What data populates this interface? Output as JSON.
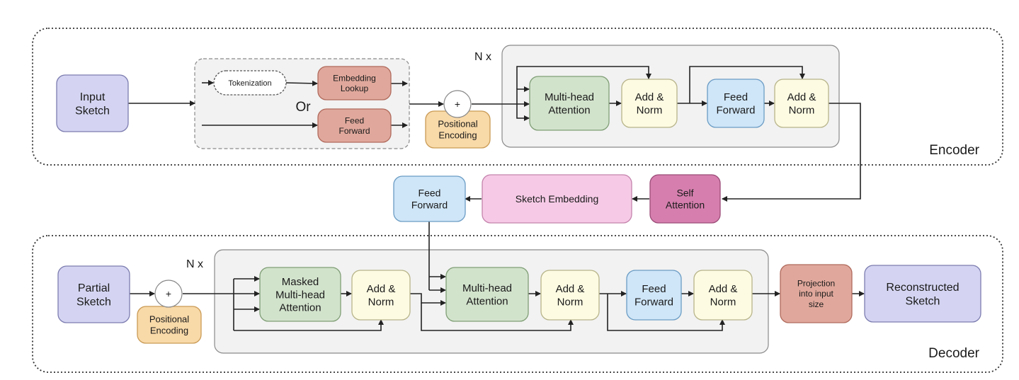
{
  "encoder": {
    "title": "Encoder",
    "repeat": "N x",
    "or_label": "Or",
    "nodes": {
      "input_sketch": "Input\nSketch",
      "tokenization": "Tokenization",
      "embedding_lookup": "Embedding\nLookup",
      "feed_forward_in": "Feed\nForward",
      "plus": "+",
      "positional_encoding": "Positional\nEncoding",
      "multi_head_attention": "Multi-head\nAttention",
      "add_norm_1": "Add &\nNorm",
      "feed_forward": "Feed\nForward",
      "add_norm_2": "Add &\nNorm"
    }
  },
  "bridge": {
    "self_attention": "Self\nAttention",
    "sketch_embedding": "Sketch Embedding",
    "feed_forward": "Feed\nForward"
  },
  "decoder": {
    "title": "Decoder",
    "repeat": "N x",
    "nodes": {
      "partial_sketch": "Partial\nSketch",
      "plus": "+",
      "positional_encoding": "Positional\nEncoding",
      "masked_attention": "Masked\nMulti-head\nAttention",
      "add_norm_1": "Add &\nNorm",
      "multi_head_attention": "Multi-head\nAttention",
      "add_norm_2": "Add &\nNorm",
      "feed_forward": "Feed\nForward",
      "add_norm_3": "Add &\nNorm",
      "projection": "Projection\ninto input\nsize",
      "reconstructed_sketch": "Reconstructed\nSketch"
    }
  },
  "colors": {
    "sketch": "#d4d4f2",
    "sketch_stroke": "#7c7cb0",
    "embed": "#e0a89c",
    "embed_stroke": "#b06a5c",
    "positional": "#f8d9a8",
    "positional_stroke": "#c99a55",
    "attention": "#d2e3cc",
    "attention_stroke": "#7f9e75",
    "addnorm": "#fdfbe2",
    "addnorm_stroke": "#b7b48a",
    "feedforward": "#cfe6f8",
    "feedforward_stroke": "#6b9cc4",
    "self_attention": "#d67fae",
    "self_attention_stroke": "#9b4c78",
    "sketch_embedding": "#f6cae6",
    "sketch_embedding_stroke": "#c483ac",
    "panel": "#f2f2f2",
    "panel_stroke": "#8a8a8a"
  }
}
